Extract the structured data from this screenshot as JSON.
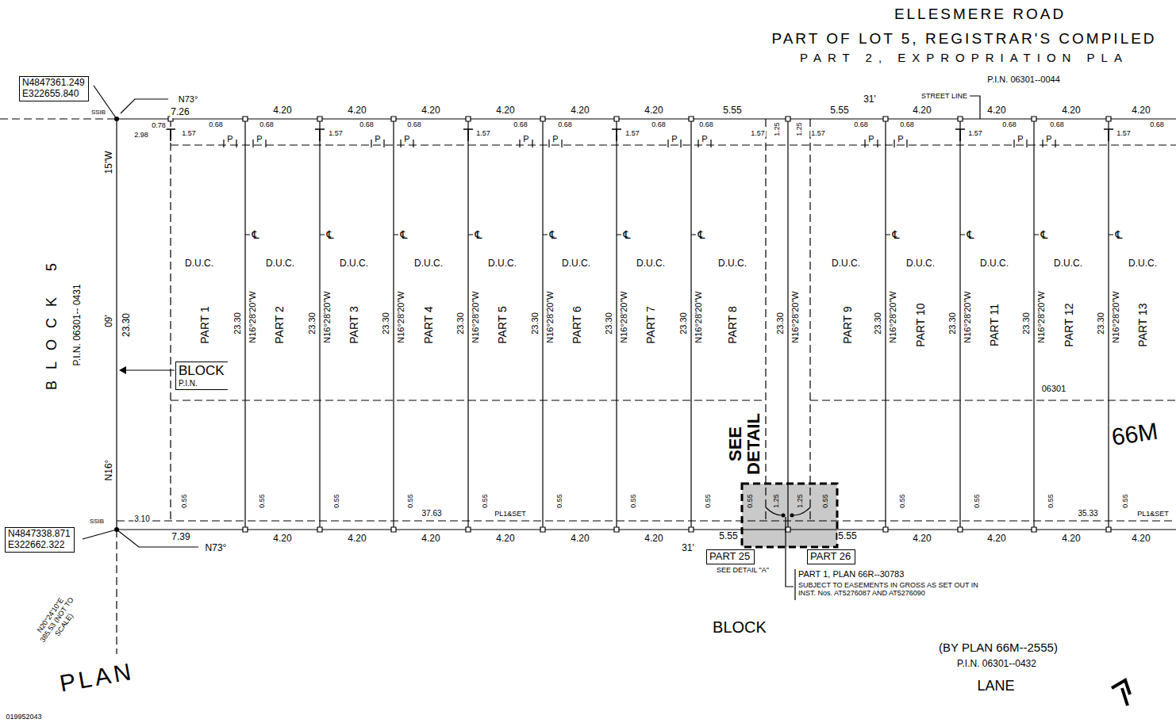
{
  "diagram": {
    "nodes": [
      {
        "text": [
          "N4847361.249 E322655.840"
        ]
      },
      {
        "text": [
          "N4847338.871 E322662.322"
        ]
      },
      {
        "text": [
          "BLOCK",
          "P.I.N."
        ]
      },
      {
        "text": [
          "PART 25"
        ]
      },
      {
        "text": [
          "PART 26"
        ]
      }
    ],
    "labels": [
      "ELLESMERE ROAD",
      "PART OF LOT 5, REGISTRAR'S COMPILED",
      "PART 2, EXPROPRIATION PLA",
      "P.I.N. 06301--0044",
      "STREET LINE",
      "N73°",
      "7.26",
      "31'",
      "4.20",
      "4.20",
      "4.20",
      "4.20",
      "4.20",
      "4.20",
      "5.55",
      "5.55",
      "4.20",
      "4.20",
      "4.20",
      "4.20",
      "0.78",
      "2.98",
      "1.57",
      "0.68",
      "0.68",
      "0.68",
      "0.68",
      "0.68",
      "0.68",
      "0.68",
      "0.68",
      "0.68",
      "0.68",
      "0.68",
      "0.68",
      "0.68",
      "1.57",
      "1.57",
      "1.57",
      "1.57",
      "1.57",
      "1.57",
      "1.57",
      "1.25",
      "1.25",
      "P",
      "P",
      "P",
      "P",
      "P",
      "P",
      "P",
      "P",
      "P",
      "P",
      "P",
      "P",
      "℄",
      "℄",
      "℄",
      "℄",
      "℄",
      "℄",
      "℄",
      "℄",
      "℄",
      "℄",
      "℄",
      "D.U.C.",
      "D.U.C.",
      "D.U.C.",
      "D.U.C.",
      "D.U.C.",
      "D.U.C.",
      "D.U.C.",
      "D.U.C.",
      "D.U.C.",
      "D.U.C.",
      "D.U.C.",
      "D.U.C.",
      "D.U.C.",
      "PART 1",
      "PART 2",
      "PART 3",
      "PART 4",
      "PART 5",
      "PART 6",
      "PART 7",
      "PART 8",
      "PART 9",
      "PART 10",
      "PART 11",
      "PART 12",
      "PART 13",
      "23.30",
      "N16°28'20\"W",
      "23.30",
      "N16°28'20\"W",
      "23.30",
      "N16°28'20\"W",
      "23.30",
      "N16°28'20\"W",
      "23.30",
      "N16°28'20\"W",
      "23.30",
      "N16°28'20\"W",
      "23.30",
      "N16°28'20\"W",
      "23.30",
      "N16°28'20\"W",
      "23.30",
      "N16°28'20\"W",
      "23.30",
      "N16°28'20\"W",
      "23.30",
      "N16°28'20\"W",
      "23.30",
      "N16°28'20\"W",
      "15\"W",
      "BLOCK 5",
      "P.I.N. 06301-- 0431",
      "09'",
      "23.30",
      "N16°",
      "SSIB",
      "SSIB",
      "3.10",
      "7.39",
      "N73°",
      "0.55",
      "0.55",
      "0.55",
      "0.55",
      "0.55",
      "0.55",
      "0.55",
      "0.55",
      "0.55",
      "0.55",
      "0.55",
      "0.55",
      "37.63",
      "PL1&SET",
      "35.33",
      "PL1&SET",
      "4.20",
      "4.20",
      "4.20",
      "4.20",
      "4.20",
      "4.20",
      "4.20",
      "4.20",
      "4.20",
      "4.20",
      "5.55",
      "5.55",
      "31'",
      "0.55",
      "1.25",
      "1.25",
      "0.55",
      "SEE DETAIL",
      "SEE DETAIL \"A\"",
      "PART 1, PLAN 66R--30783",
      "SUBJECT TO EASEMENTS IN GROSS AS SET OUT IN INST. Nos. AT5276087 AND AT5276090",
      "BLOCK",
      "(BY PLAN 66M--2555)",
      "P.I.N. 06301--0432",
      "LANE",
      "06301",
      "66M",
      "N20°24'10\"E 385.53 (NOT TO SCALE)",
      "PLAN",
      "019952043"
    ]
  }
}
